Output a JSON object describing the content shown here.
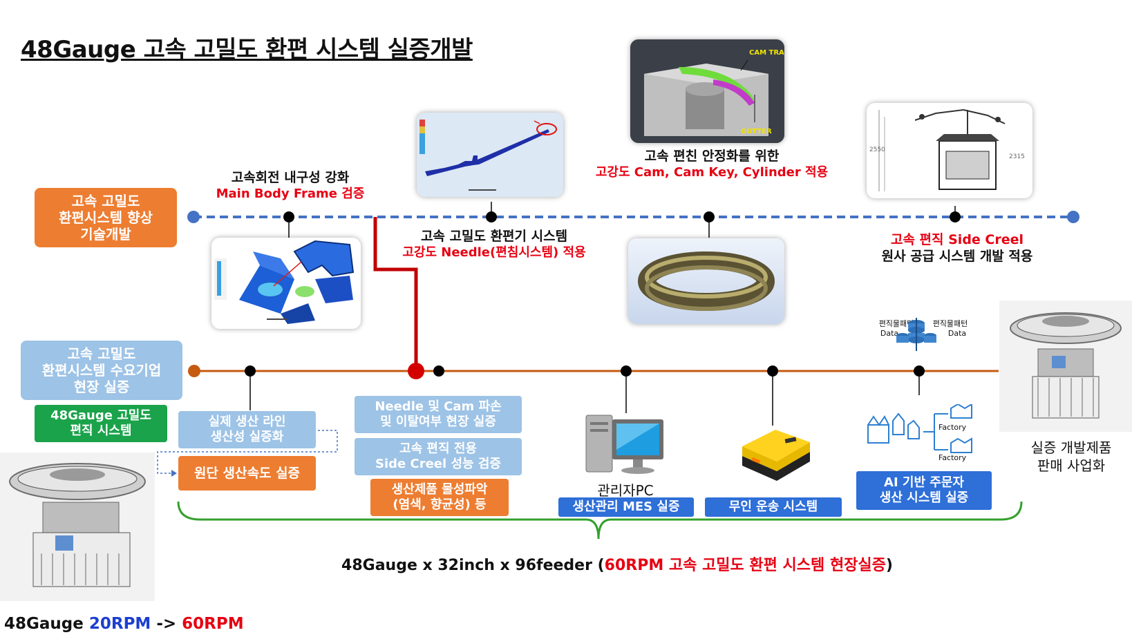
{
  "title": "48Gauge 고속 고밀도 환편 시스템 실증개발",
  "upper_box": [
    "고속 고밀도",
    "환편시스템 향상",
    "기술개발"
  ],
  "lower_box": [
    "고속 고밀도",
    "환편시스템 수요기업",
    "현장 실증"
  ],
  "green_box": [
    "48Gauge 고밀도",
    "편직 시스템"
  ],
  "captions": {
    "frame": {
      "line1": "고속회전 내구성 강화",
      "line2": "Main Body Frame 검증"
    },
    "needle": {
      "line1": "고속 고밀도 환편기 시스템",
      "line2": "고강도 Needle(편침시스템) 적용"
    },
    "cam": {
      "line1": "고속 편친 안정화를 위한",
      "line2": "고강도 Cam, Cam Key, Cylinder 적용"
    },
    "creel": {
      "line1": "고속 편직 Side Creel",
      "line2": "원사 공급 시스템 개발 적용"
    }
  },
  "image_text": {
    "cam_track": "CAM TRACK",
    "gutter": "GUTTER",
    "dim_2550": "2550",
    "dim_2315": "2315"
  },
  "lower_items": {
    "line_prod": [
      "실제 생산 라인",
      "생산성 실증화"
    ],
    "fabric_speed": "원단 생산속도 실증",
    "needle_cam": [
      "Needle 및 Cam 파손",
      "및 이탈여부 현장 실증"
    ],
    "side_creel": [
      "고속 편직 전용",
      "Side Creel 성능 검증"
    ],
    "props": [
      "생산제품 물성파악",
      "(염색, 향균성) 등"
    ],
    "pc_label": "관리자PC",
    "mes": "생산관리 MES 실증",
    "agv": "무인 운송 시스템",
    "ai": [
      "AI 기반 주문자",
      "생산 시스템 실증"
    ],
    "data_left": [
      "편직물패턴",
      "Data"
    ],
    "data_right": [
      "편직물패턴",
      "Data"
    ],
    "factory1": "Factory",
    "factory2": "Factory"
  },
  "commercial": [
    "실증 개발제품",
    "판매 사업화"
  ],
  "bracket_caption": {
    "prefix": "48Gauge x 32inch x 96feeder (",
    "highlight": "60RPM 고속 고밀도 환편 시스템 현장실증",
    "suffix": ")"
  },
  "rpm": {
    "prefix": "48Gauge ",
    "from": "20RPM",
    "arrow": " -> ",
    "to": "60RPM"
  },
  "colors": {
    "orange": "#ed7d31",
    "light_blue": "#9dc3e6",
    "green": "#1aa34a",
    "blue": "#2e6fd8",
    "red": "#e60012",
    "dashed_line": "#4472c4",
    "lower_line": "#c55a11",
    "bracket": "#33a02c"
  }
}
